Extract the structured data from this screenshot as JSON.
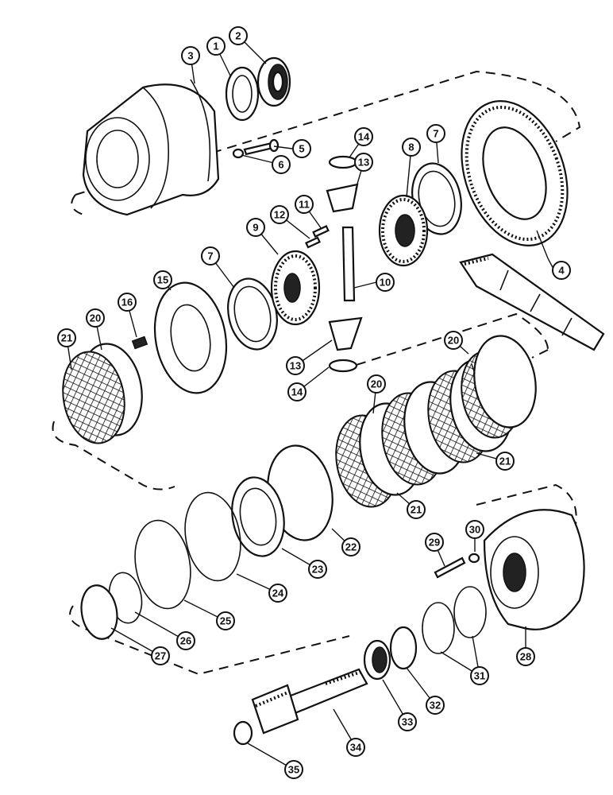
{
  "callouts": [
    {
      "id": "c1",
      "label": "1"
    },
    {
      "id": "c2",
      "label": "2"
    },
    {
      "id": "c3",
      "label": "3"
    },
    {
      "id": "c4",
      "label": "4"
    },
    {
      "id": "c5",
      "label": "5"
    },
    {
      "id": "c6",
      "label": "6"
    },
    {
      "id": "c7a",
      "label": "7"
    },
    {
      "id": "c7b",
      "label": "7"
    },
    {
      "id": "c8",
      "label": "8"
    },
    {
      "id": "c9",
      "label": "9"
    },
    {
      "id": "c10",
      "label": "10"
    },
    {
      "id": "c11",
      "label": "11"
    },
    {
      "id": "c12",
      "label": "12"
    },
    {
      "id": "c13a",
      "label": "13"
    },
    {
      "id": "c13b",
      "label": "13"
    },
    {
      "id": "c14a",
      "label": "14"
    },
    {
      "id": "c14b",
      "label": "14"
    },
    {
      "id": "c15",
      "label": "15"
    },
    {
      "id": "c16",
      "label": "16"
    },
    {
      "id": "c20a",
      "label": "20"
    },
    {
      "id": "c20b",
      "label": "20"
    },
    {
      "id": "c20c",
      "label": "20"
    },
    {
      "id": "c21a",
      "label": "21"
    },
    {
      "id": "c21b",
      "label": "21"
    },
    {
      "id": "c21c",
      "label": "21"
    },
    {
      "id": "c22",
      "label": "22"
    },
    {
      "id": "c23",
      "label": "23"
    },
    {
      "id": "c24",
      "label": "24"
    },
    {
      "id": "c25",
      "label": "25"
    },
    {
      "id": "c26",
      "label": "26"
    },
    {
      "id": "c27",
      "label": "27"
    },
    {
      "id": "c28",
      "label": "28"
    },
    {
      "id": "c29",
      "label": "29"
    },
    {
      "id": "c30",
      "label": "30"
    },
    {
      "id": "c31",
      "label": "31"
    },
    {
      "id": "c32",
      "label": "32"
    },
    {
      "id": "c33",
      "label": "33"
    },
    {
      "id": "c34",
      "label": "34"
    },
    {
      "id": "c35",
      "label": "35"
    }
  ]
}
